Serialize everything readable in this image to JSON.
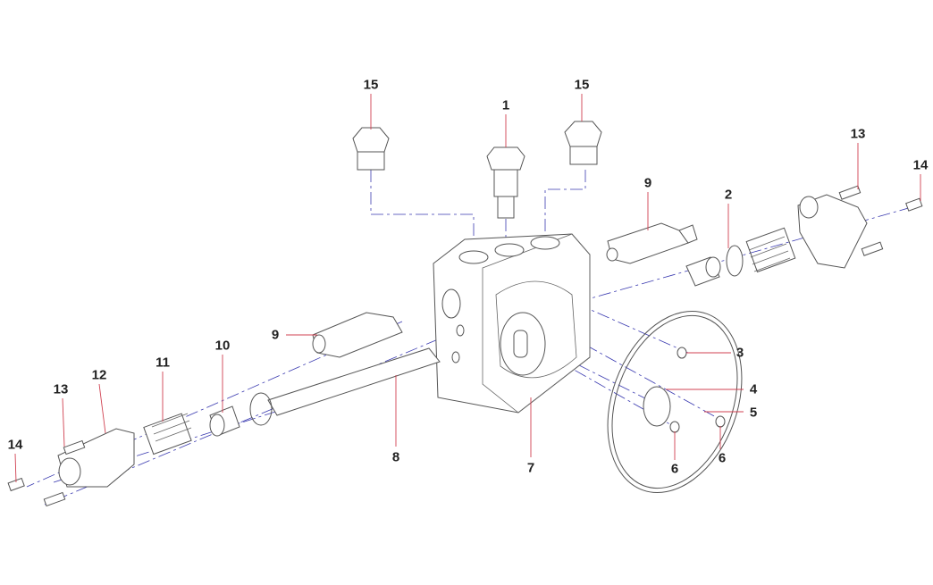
{
  "diagram": {
    "type": "exploded parts diagram",
    "callouts": [
      "15",
      "1",
      "15",
      "9",
      "2",
      "13",
      "14",
      "9",
      "10",
      "11",
      "12",
      "13",
      "14",
      "3",
      "4",
      "5",
      "6",
      "6",
      "8",
      "7"
    ]
  },
  "colors": {
    "leader": "#d04050",
    "centerline": "#3a3ab0",
    "outline": "#555555"
  }
}
